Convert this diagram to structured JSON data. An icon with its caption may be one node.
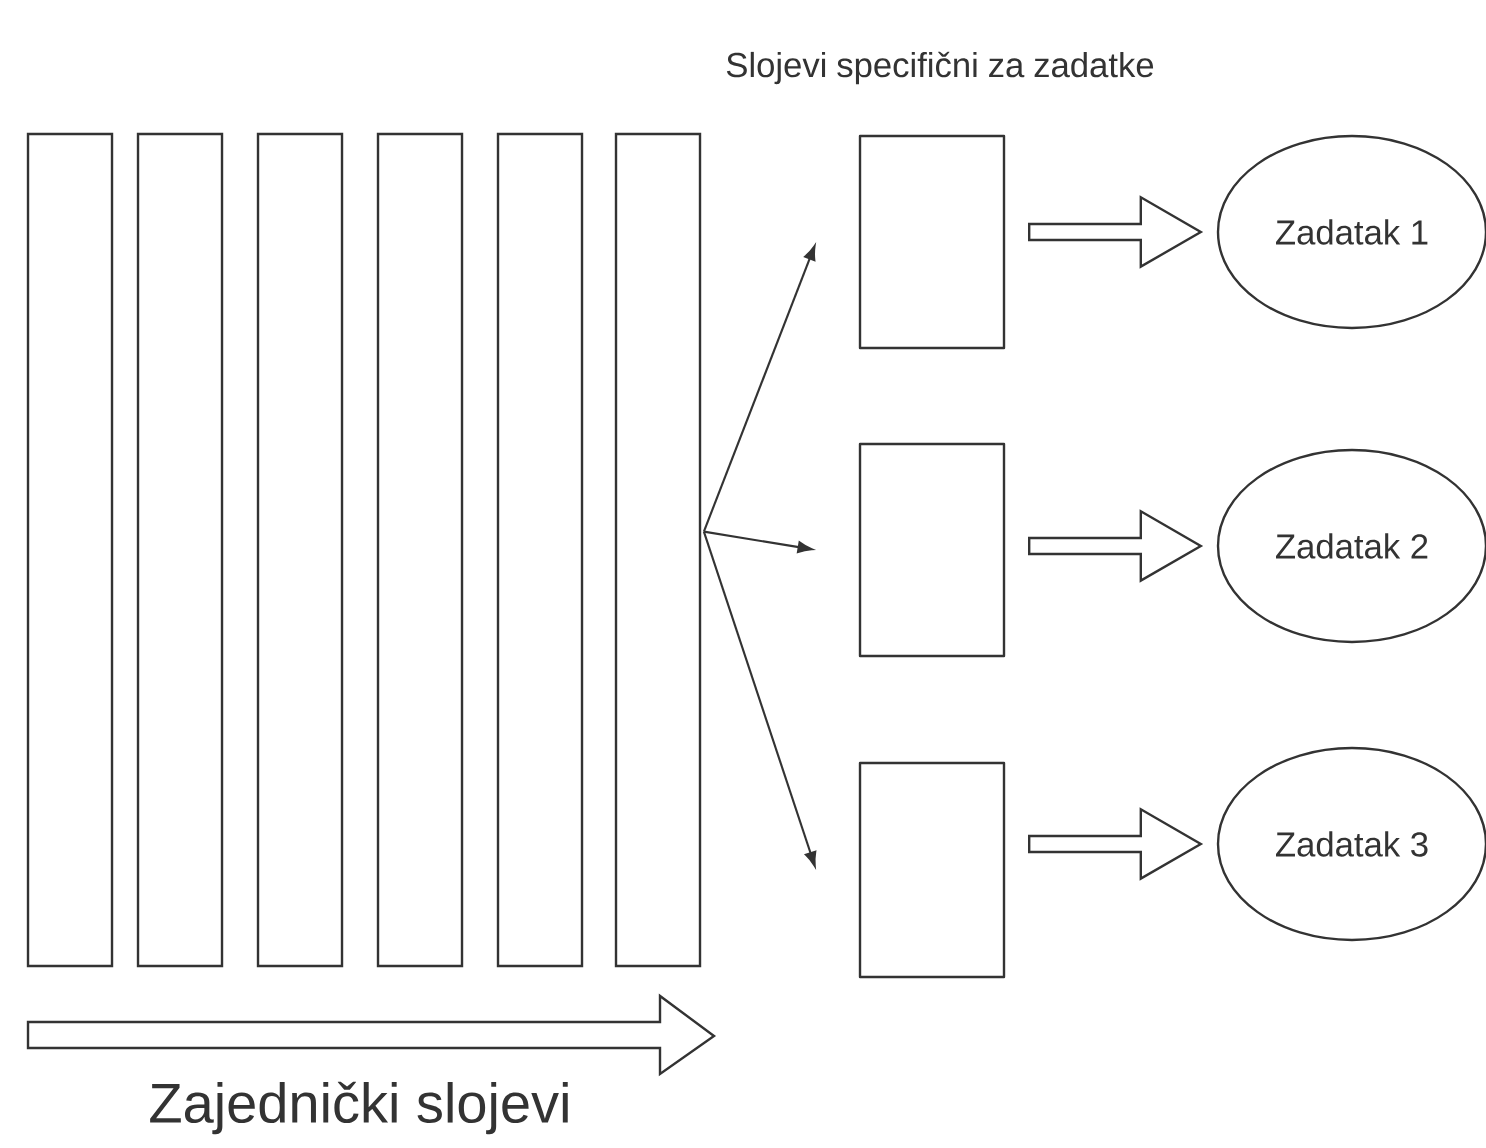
{
  "diagram": {
    "nodes": [
      {
        "text": [],
        "shape": "bar"
      },
      {
        "text": [],
        "shape": "bar"
      },
      {
        "text": [],
        "shape": "bar"
      },
      {
        "text": [],
        "shape": "bar"
      },
      {
        "text": [],
        "shape": "bar"
      },
      {
        "text": [],
        "shape": "bar"
      },
      {
        "text": [],
        "shape": "box"
      },
      {
        "text": [],
        "shape": "box"
      },
      {
        "text": [],
        "shape": "box"
      },
      {
        "text": [
          "Zadatak 1"
        ]
      },
      {
        "text": [
          "Zadatak 2"
        ]
      },
      {
        "text": [
          "Zadatak 3"
        ]
      }
    ],
    "edges": [
      {
        "from": 5,
        "to": 6,
        "arrow": "to"
      },
      {
        "from": 5,
        "to": 7,
        "arrow": "to"
      },
      {
        "from": 5,
        "to": 8,
        "arrow": "to"
      },
      {
        "from": 6,
        "to": 9,
        "arrow": "to",
        "style": "thick"
      },
      {
        "from": 7,
        "to": 10,
        "arrow": "to",
        "style": "thick"
      },
      {
        "from": 8,
        "to": 11,
        "arrow": "to",
        "style": "thick"
      }
    ],
    "labels": [
      "Slojevi specifični za zadatke",
      "Zajednički slojevi"
    ]
  }
}
